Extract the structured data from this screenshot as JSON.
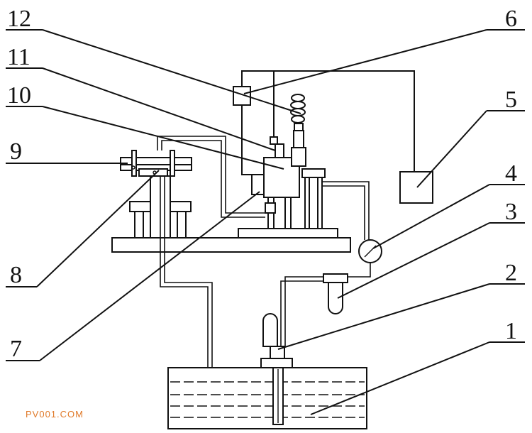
{
  "labels": {
    "n1": "1",
    "n2": "2",
    "n3": "3",
    "n4": "4",
    "n5": "5",
    "n6": "6",
    "n7": "7",
    "n8": "8",
    "n9": "9",
    "n10": "10",
    "n11": "11",
    "n12": "12"
  },
  "watermark": "PV001.COM"
}
